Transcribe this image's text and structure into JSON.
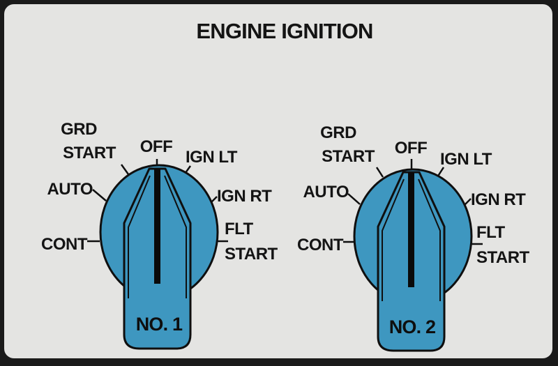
{
  "panel": {
    "title": "ENGINE IGNITION",
    "colors": {
      "panel_bg": "#e4e4e2",
      "knob": "#3e97c0",
      "outline": "#0f0f0f",
      "frame": "#1a1a1a"
    }
  },
  "switches": [
    {
      "plate": "NO. 1",
      "positions": {
        "grd_start_line1": "GRD",
        "grd_start_line2": "START",
        "off": "OFF",
        "ign_lt": "IGN LT",
        "auto": "AUTO",
        "ign_rt": "IGN RT",
        "cont": "CONT",
        "flt_start_line1": "FLT",
        "flt_start_line2": "START"
      },
      "selected_position": "OFF"
    },
    {
      "plate": "NO. 2",
      "positions": {
        "grd_start_line1": "GRD",
        "grd_start_line2": "START",
        "off": "OFF",
        "ign_lt": "IGN LT",
        "auto": "AUTO",
        "ign_rt": "IGN RT",
        "cont": "CONT",
        "flt_start_line1": "FLT",
        "flt_start_line2": "START"
      },
      "selected_position": "OFF"
    }
  ]
}
